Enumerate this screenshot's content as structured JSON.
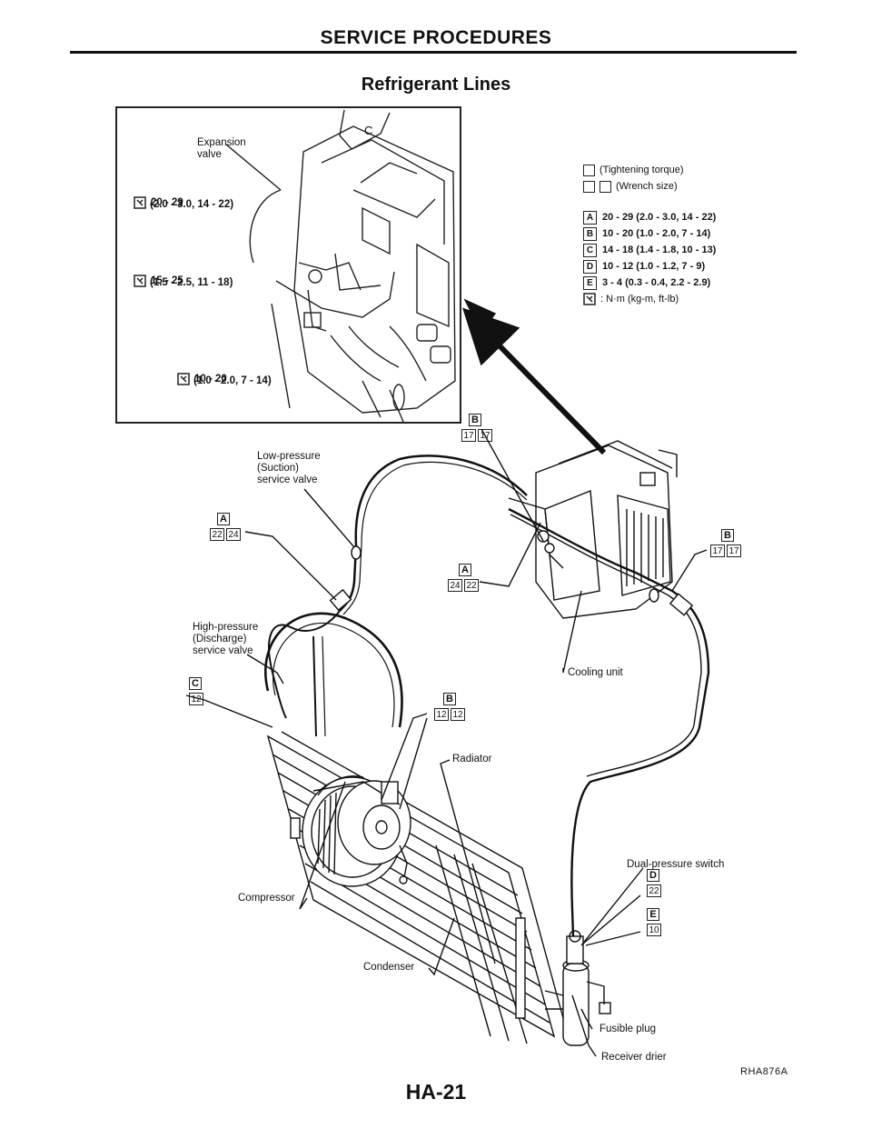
{
  "header": {
    "section": "SERVICE PROCEDURES",
    "title": "Refrigerant Lines"
  },
  "inset": {
    "labels": {
      "expansion_valve": "Expansion\nvalve",
      "t1_value": "20 - 29",
      "t1_units": "(2.0 - 3.0, 14 - 22)",
      "t2_value": "15 - 25",
      "t2_units": "(1.5 - 2.5, 11 - 18)",
      "t3_value": "10 - 20",
      "t3_units": "(1.0 - 2.0, 7 - 14)",
      "corner_c": "C"
    }
  },
  "legend": {
    "tightening": "(Tightening torque)",
    "wrench": "(Wrench size)",
    "rows": [
      {
        "letter": "A",
        "text": "20 - 29 (2.0 - 3.0, 14 - 22)"
      },
      {
        "letter": "B",
        "text": "10 - 20 (1.0 - 2.0, 7 - 14)"
      },
      {
        "letter": "C",
        "text": "14 - 18 (1.4 - 1.8, 10 - 13)"
      },
      {
        "letter": "D",
        "text": "10 - 12 (1.0 - 1.2, 7 - 9)"
      },
      {
        "letter": "E",
        "text": "3 - 4 (0.3 - 0.4, 2.2 - 2.9)"
      }
    ],
    "units": ": N·m (kg-m, ft-lb)"
  },
  "callouts": {
    "low_pressure": "Low-pressure\n(Suction)\nservice valve",
    "high_pressure": "High-pressure\n(Discharge)\nservice valve",
    "cooling_unit": "Cooling unit",
    "radiator": "Radiator",
    "compressor": "Compressor",
    "condenser": "Condenser",
    "dual_pressure": "Dual-pressure switch",
    "fusible_plug": "Fusible plug",
    "receiver_drier": "Receiver drier"
  },
  "tags": {
    "b_top": {
      "letter": "B",
      "nums": [
        "17",
        "17"
      ]
    },
    "a_left": {
      "letter": "A",
      "nums": [
        "22",
        "24"
      ]
    },
    "a_mid": {
      "letter": "A",
      "nums": [
        "24",
        "22"
      ]
    },
    "b_right": {
      "letter": "B",
      "nums": [
        "17",
        "17"
      ]
    },
    "c_left": {
      "letter": "C",
      "nums": [
        "12"
      ]
    },
    "b_mid": {
      "letter": "B",
      "nums": [
        "12",
        "12"
      ]
    },
    "d_right": {
      "letter": "D",
      "nums": [
        "22"
      ]
    },
    "e_right": {
      "letter": "E",
      "nums": [
        "10"
      ]
    }
  },
  "footer": {
    "page": "HA-21",
    "code": "RHA876A"
  }
}
